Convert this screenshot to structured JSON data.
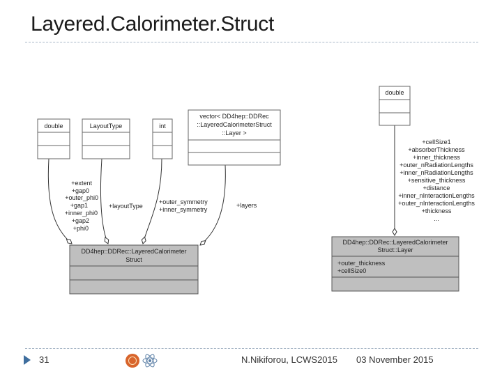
{
  "slide": {
    "title": "Layered.Calorimeter.Struct",
    "footer": {
      "page_number": "31",
      "author_event": "N.Nikiforou, LCWS2015",
      "date": "03 November 2015"
    }
  },
  "diagram": {
    "classes": {
      "double_left": {
        "name": [
          "double"
        ]
      },
      "layout_type": {
        "name": [
          "LayoutType"
        ]
      },
      "int_type": {
        "name": [
          "int"
        ]
      },
      "vector_layer": {
        "name": [
          "vector< DD4hep::DDRec",
          "::LayeredCalorimeterStruct",
          "::Layer >"
        ]
      },
      "double_right": {
        "name": [
          "double"
        ]
      },
      "layered_struct": {
        "name": [
          "DD4hep::DDRec::LayeredCalorimeter",
          "Struct"
        ]
      },
      "layer_struct": {
        "name": [
          "DD4hep::DDRec::LayeredCalorimeter",
          "Struct::Layer"
        ],
        "attributes": [
          "+outer_thickness",
          "+cellSize0"
        ]
      }
    },
    "associations": {
      "double_left": [
        "+extent",
        "+gap0",
        "+outer_phi0",
        "+gap1",
        "+inner_phi0",
        "+gap2",
        "+phi0"
      ],
      "layout_type": [
        "+layoutType"
      ],
      "int_type": [
        "+outer_symmetry",
        "+inner_symmetry"
      ],
      "vector_layer": [
        "+layers"
      ],
      "double_right": [
        "+cellSize1",
        "+absorberThickness",
        "+inner_thickness",
        "+outer_nRadiationLengths",
        "+inner_nRadiationLengths",
        "+sensitive_thickness",
        "+distance",
        "+inner_nInteractionLengths",
        "+outer_nInteractionLengths",
        "+thickness",
        "..."
      ]
    }
  }
}
